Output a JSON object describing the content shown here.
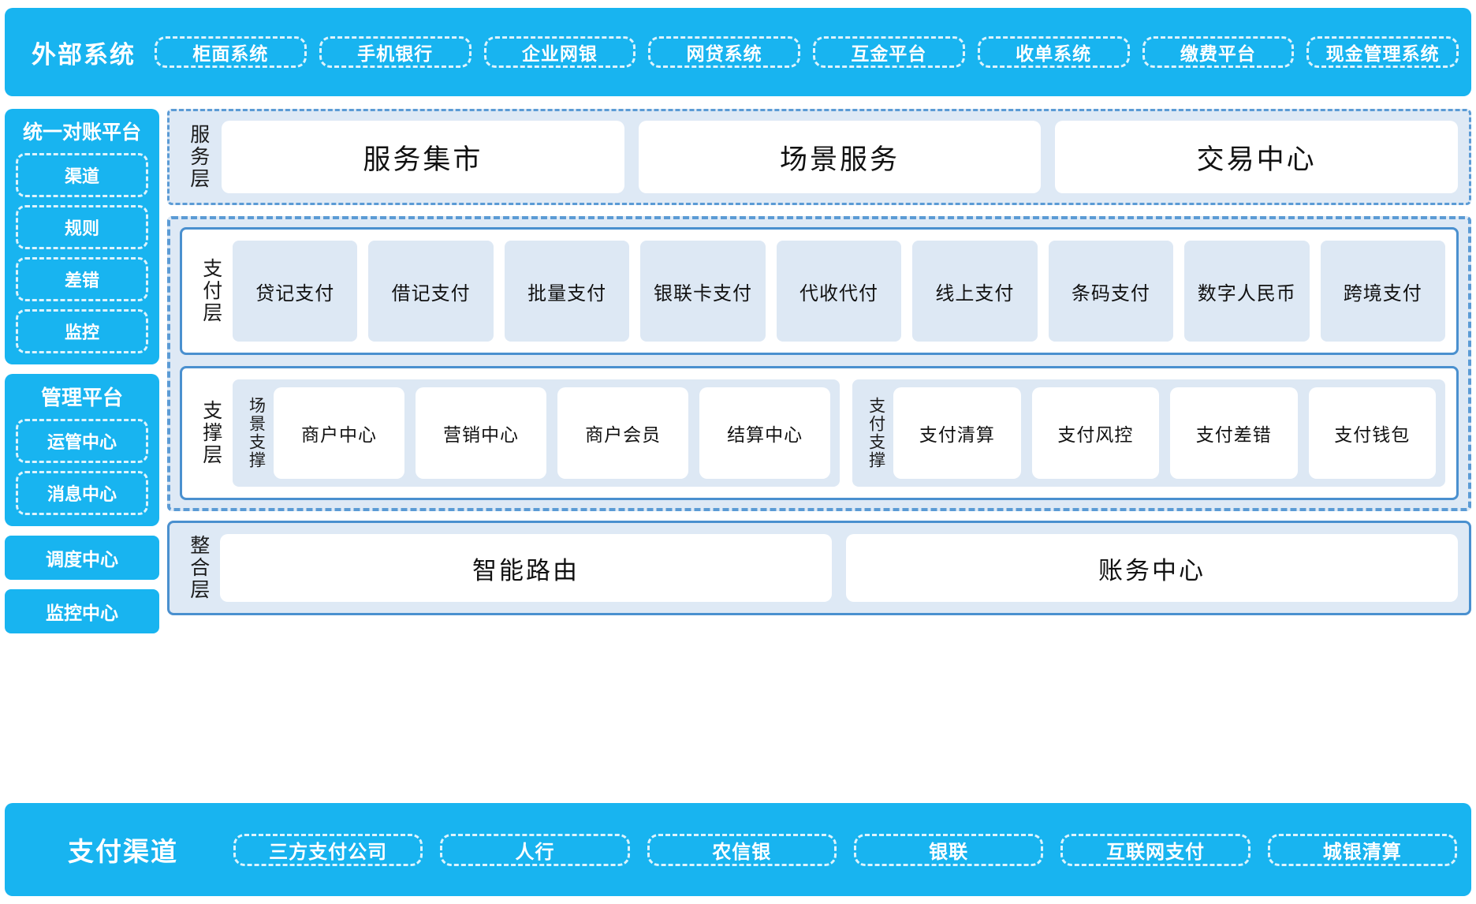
{
  "colors": {
    "cyan": "#18b4f0",
    "panel_blue_bg": "#dee9f5",
    "card_blue": "#dde8f4",
    "border_blue": "#4a90cf",
    "dash_blue": "#5b9bd5",
    "white": "#ffffff"
  },
  "external": {
    "title": "外部系统",
    "items": [
      "柜面系统",
      "手机银行",
      "企业网银",
      "网贷系统",
      "互金平台",
      "收单系统",
      "缴费平台",
      "现金管理系统"
    ]
  },
  "sidebar": {
    "reconciliation": {
      "title": "统一对账平台",
      "items": [
        "渠道",
        "规则",
        "差错",
        "监控"
      ]
    },
    "management": {
      "title": "管理平台",
      "items": [
        "运管中心",
        "消息中心"
      ]
    },
    "standalone": [
      "调度中心",
      "监控中心"
    ]
  },
  "service_layer": {
    "label": "服务层",
    "cards": [
      "服务集市",
      "场景服务",
      "交易中心"
    ]
  },
  "payment_layer": {
    "label": "支付层",
    "cards": [
      "贷记支付",
      "借记支付",
      "批量支付",
      "银联卡支付",
      "代收代付",
      "线上支付",
      "条码支付",
      "数字人民币",
      "跨境支付"
    ]
  },
  "support_layer": {
    "label": "支撑层",
    "groups": [
      {
        "label": "场景支撑",
        "cards": [
          "商户中心",
          "营销中心",
          "商户会员",
          "结算中心"
        ]
      },
      {
        "label": "支付支撑",
        "cards": [
          "支付清算",
          "支付风控",
          "支付差错",
          "支付钱包"
        ]
      }
    ]
  },
  "integration_layer": {
    "label": "整合层",
    "cards": [
      "智能路由",
      "账务中心"
    ]
  },
  "channels": {
    "title": "支付渠道",
    "items": [
      "三方支付公司",
      "人行",
      "农信银",
      "银联",
      "互联网支付",
      "城银清算"
    ]
  }
}
